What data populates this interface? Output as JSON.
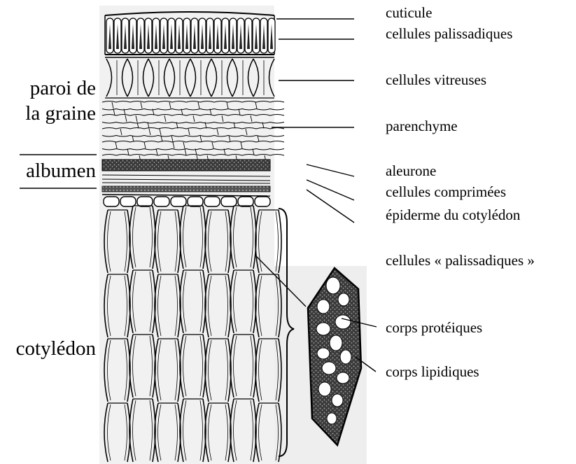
{
  "left_labels": {
    "seed_coat_line1": "paroi de",
    "seed_coat_line2": "la graine",
    "albumen": "albumen",
    "cotyledon": "cotylédon"
  },
  "right_labels": {
    "cuticle": "cuticule",
    "palisade_cells": "cellules palissadiques",
    "glassy_cells": "cellules vitreuses",
    "parenchyma": "parenchyme",
    "aleurone": "aleurone",
    "compressed_cells": "cellules comprimées",
    "cotyledon_epidermis": "épiderme du cotylédon",
    "cotyledon_palisade": "cellules « palissadiques »",
    "protein_bodies": "corps protéiques",
    "lipid_bodies": "corps lipidiques"
  }
}
